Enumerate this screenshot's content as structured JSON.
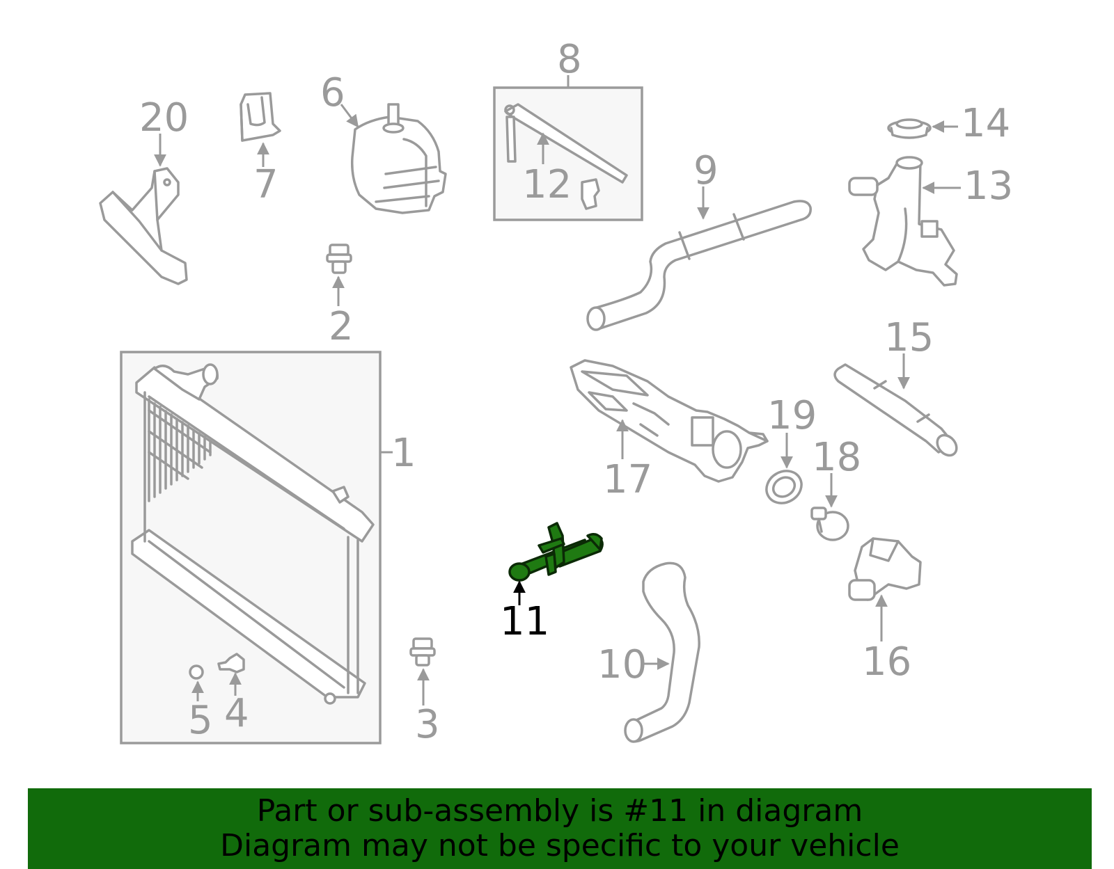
{
  "callouts": {
    "c1": "1",
    "c2": "2",
    "c3": "3",
    "c4": "4",
    "c5": "5",
    "c6": "6",
    "c7": "7",
    "c8": "8",
    "c9": "9",
    "c10": "10",
    "c11": "11",
    "c12": "12",
    "c13": "13",
    "c14": "14",
    "c15": "15",
    "c16": "16",
    "c17": "17",
    "c18": "18",
    "c19": "19",
    "c20": "20"
  },
  "highlighted_part": "11",
  "colors": {
    "highlight": "#1f7a12",
    "banner": "#116b0b",
    "line_art": "#9a9a9a"
  },
  "banner": {
    "line1": "Part or sub-assembly is #11 in diagram",
    "line2": "Diagram may not be specific to your vehicle"
  }
}
